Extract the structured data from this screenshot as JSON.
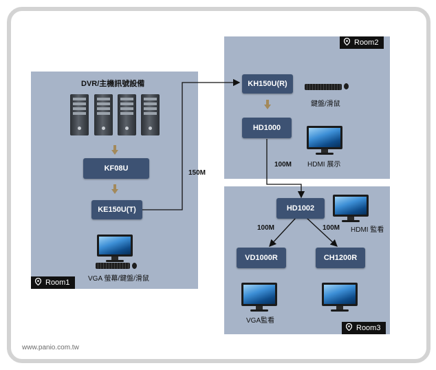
{
  "room1": {
    "label": "Room1",
    "sources_title": "DVR/主機訊號設備",
    "kf08u": "KF08U",
    "ke150ut": "KE150U(T)",
    "console_caption": "VGA 螢幕/鍵盤/滑鼠"
  },
  "room2": {
    "label": "Room2",
    "kh150ur": "KH150U(R)",
    "hd1000": "HD1000",
    "keyboard_caption": "鍵盤/滑鼠",
    "hdmi_display_caption": "HDMI 展示"
  },
  "room3": {
    "label": "Room3",
    "hd1002": "HD1002",
    "vd1000r": "VD1000R",
    "ch1200r": "CH1200R",
    "hdmi_monitor_caption": "HDMI 監看",
    "vga_monitor_caption": "VGA監看"
  },
  "links": {
    "link_150m": "150M",
    "link_100m_hd1000": "100M",
    "link_100m_left": "100M",
    "link_100m_right": "100M"
  },
  "footer": {
    "website": "www.panio.com.tw"
  },
  "colors": {
    "room_bg": "#a7b4c8",
    "node_bg": "#3d5273",
    "arrow": "#a3895a",
    "label_bg": "#111111"
  }
}
